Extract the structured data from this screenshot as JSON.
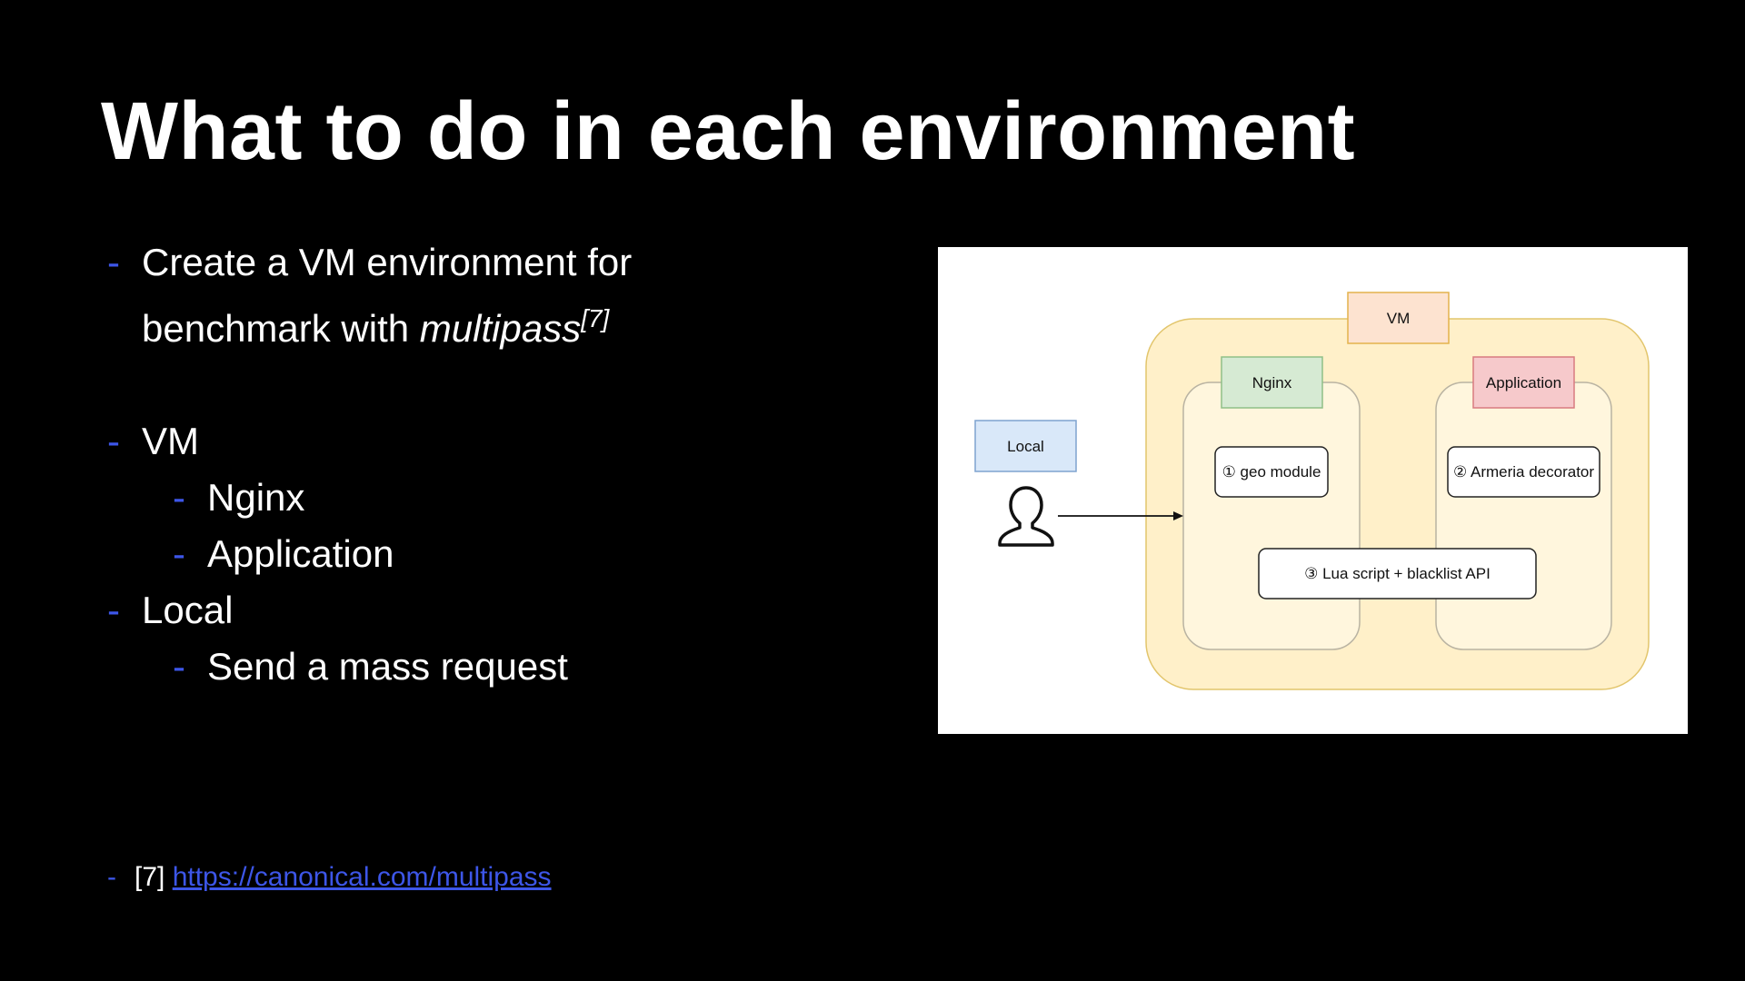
{
  "slide": {
    "title": "What to do in each environment"
  },
  "bullets": {
    "b1_line1": "Create a VM environment for",
    "b1_line2_prefix": "benchmark with ",
    "b1_italic": "multipass",
    "b1_ref": "[7]",
    "vm": "VM",
    "nginx": "Nginx",
    "application": "Application",
    "local": "Local",
    "send": "Send a mass request",
    "dash": "-"
  },
  "footnote": {
    "ref": "[7]",
    "link": "https://canonical.com/multipass"
  },
  "diagram": {
    "vm_label": "VM",
    "nginx_label": "Nginx",
    "application_label": "Application",
    "local_label": "Local",
    "geo_module": "① geo module",
    "armeria_decorator": "② Armeria decorator",
    "lua_script": "③ Lua script + blacklist API"
  },
  "colors": {
    "background": "#000000",
    "text": "#ffffff",
    "accent_blue": "#3d56e8",
    "vm_outer_fill": "#ffe8b0",
    "vm_label_fill": "#fde3d0",
    "nginx_label_fill": "#d6ead3",
    "application_label_fill": "#f6c9cb",
    "local_label_fill": "#d9e8f9"
  },
  "icons": {
    "user": "person-outline-icon"
  }
}
